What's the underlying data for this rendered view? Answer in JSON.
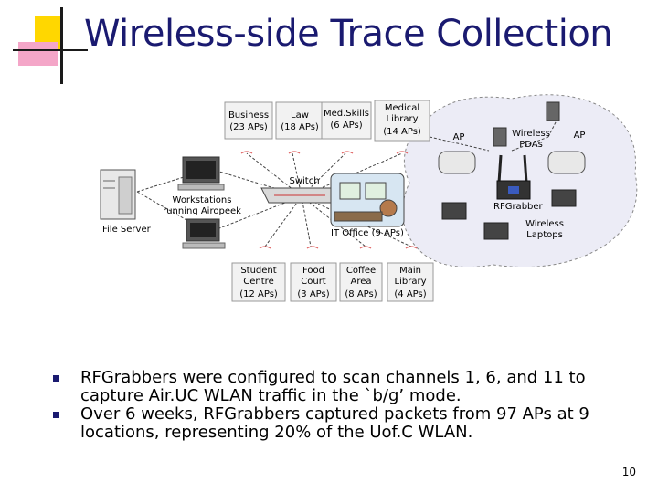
{
  "slide": {
    "title": "Wireless-side Trace Collection",
    "page_number": "10",
    "bullets": [
      "RFGrabbers were configured to scan channels 1, 6, and 11 to capture Air.UC WLAN traffic in the `b/g’ mode.",
      "Over 6 weeks, RFGrabbers captured packets from 97 APs at 9 locations, representing 20% of the Uof.C WLAN."
    ]
  },
  "diagram": {
    "top_locations": [
      {
        "name": "Business",
        "aps": "(23 APs)"
      },
      {
        "name": "Law",
        "aps": "(18 APs)"
      },
      {
        "name": "Med.Skills",
        "aps": "(6 APs)"
      },
      {
        "name": "Medical\nLibrary",
        "aps": "(14 APs)"
      }
    ],
    "bottom_locations": [
      {
        "name": "Student\nCentre",
        "aps": "(12 APs)"
      },
      {
        "name": "Food\nCourt",
        "aps": "(3 APs)"
      },
      {
        "name": "Coffee\nArea",
        "aps": "(8 APs)"
      },
      {
        "name": "Main\nLibrary",
        "aps": "(4 APs)"
      }
    ],
    "labels": {
      "switch": "Switch",
      "workstations": "Workstations\nrunning Airopeek",
      "file_server": "File Server",
      "it_office": "IT Office (9 APs)",
      "ap_left": "AP",
      "ap_right": "AP",
      "wireless_pdas": "Wireless\nPDAs",
      "rfgrabber": "RFGrabber",
      "wireless_laptops": "Wireless\nLaptops"
    },
    "colors": {
      "title": "#1a1a70",
      "deco_yellow": "#ffd700",
      "deco_pink": "#f4a6c8",
      "bullet": "#1a1a70",
      "cloud": "#ececf6",
      "ap_wave": "#e06060"
    }
  }
}
